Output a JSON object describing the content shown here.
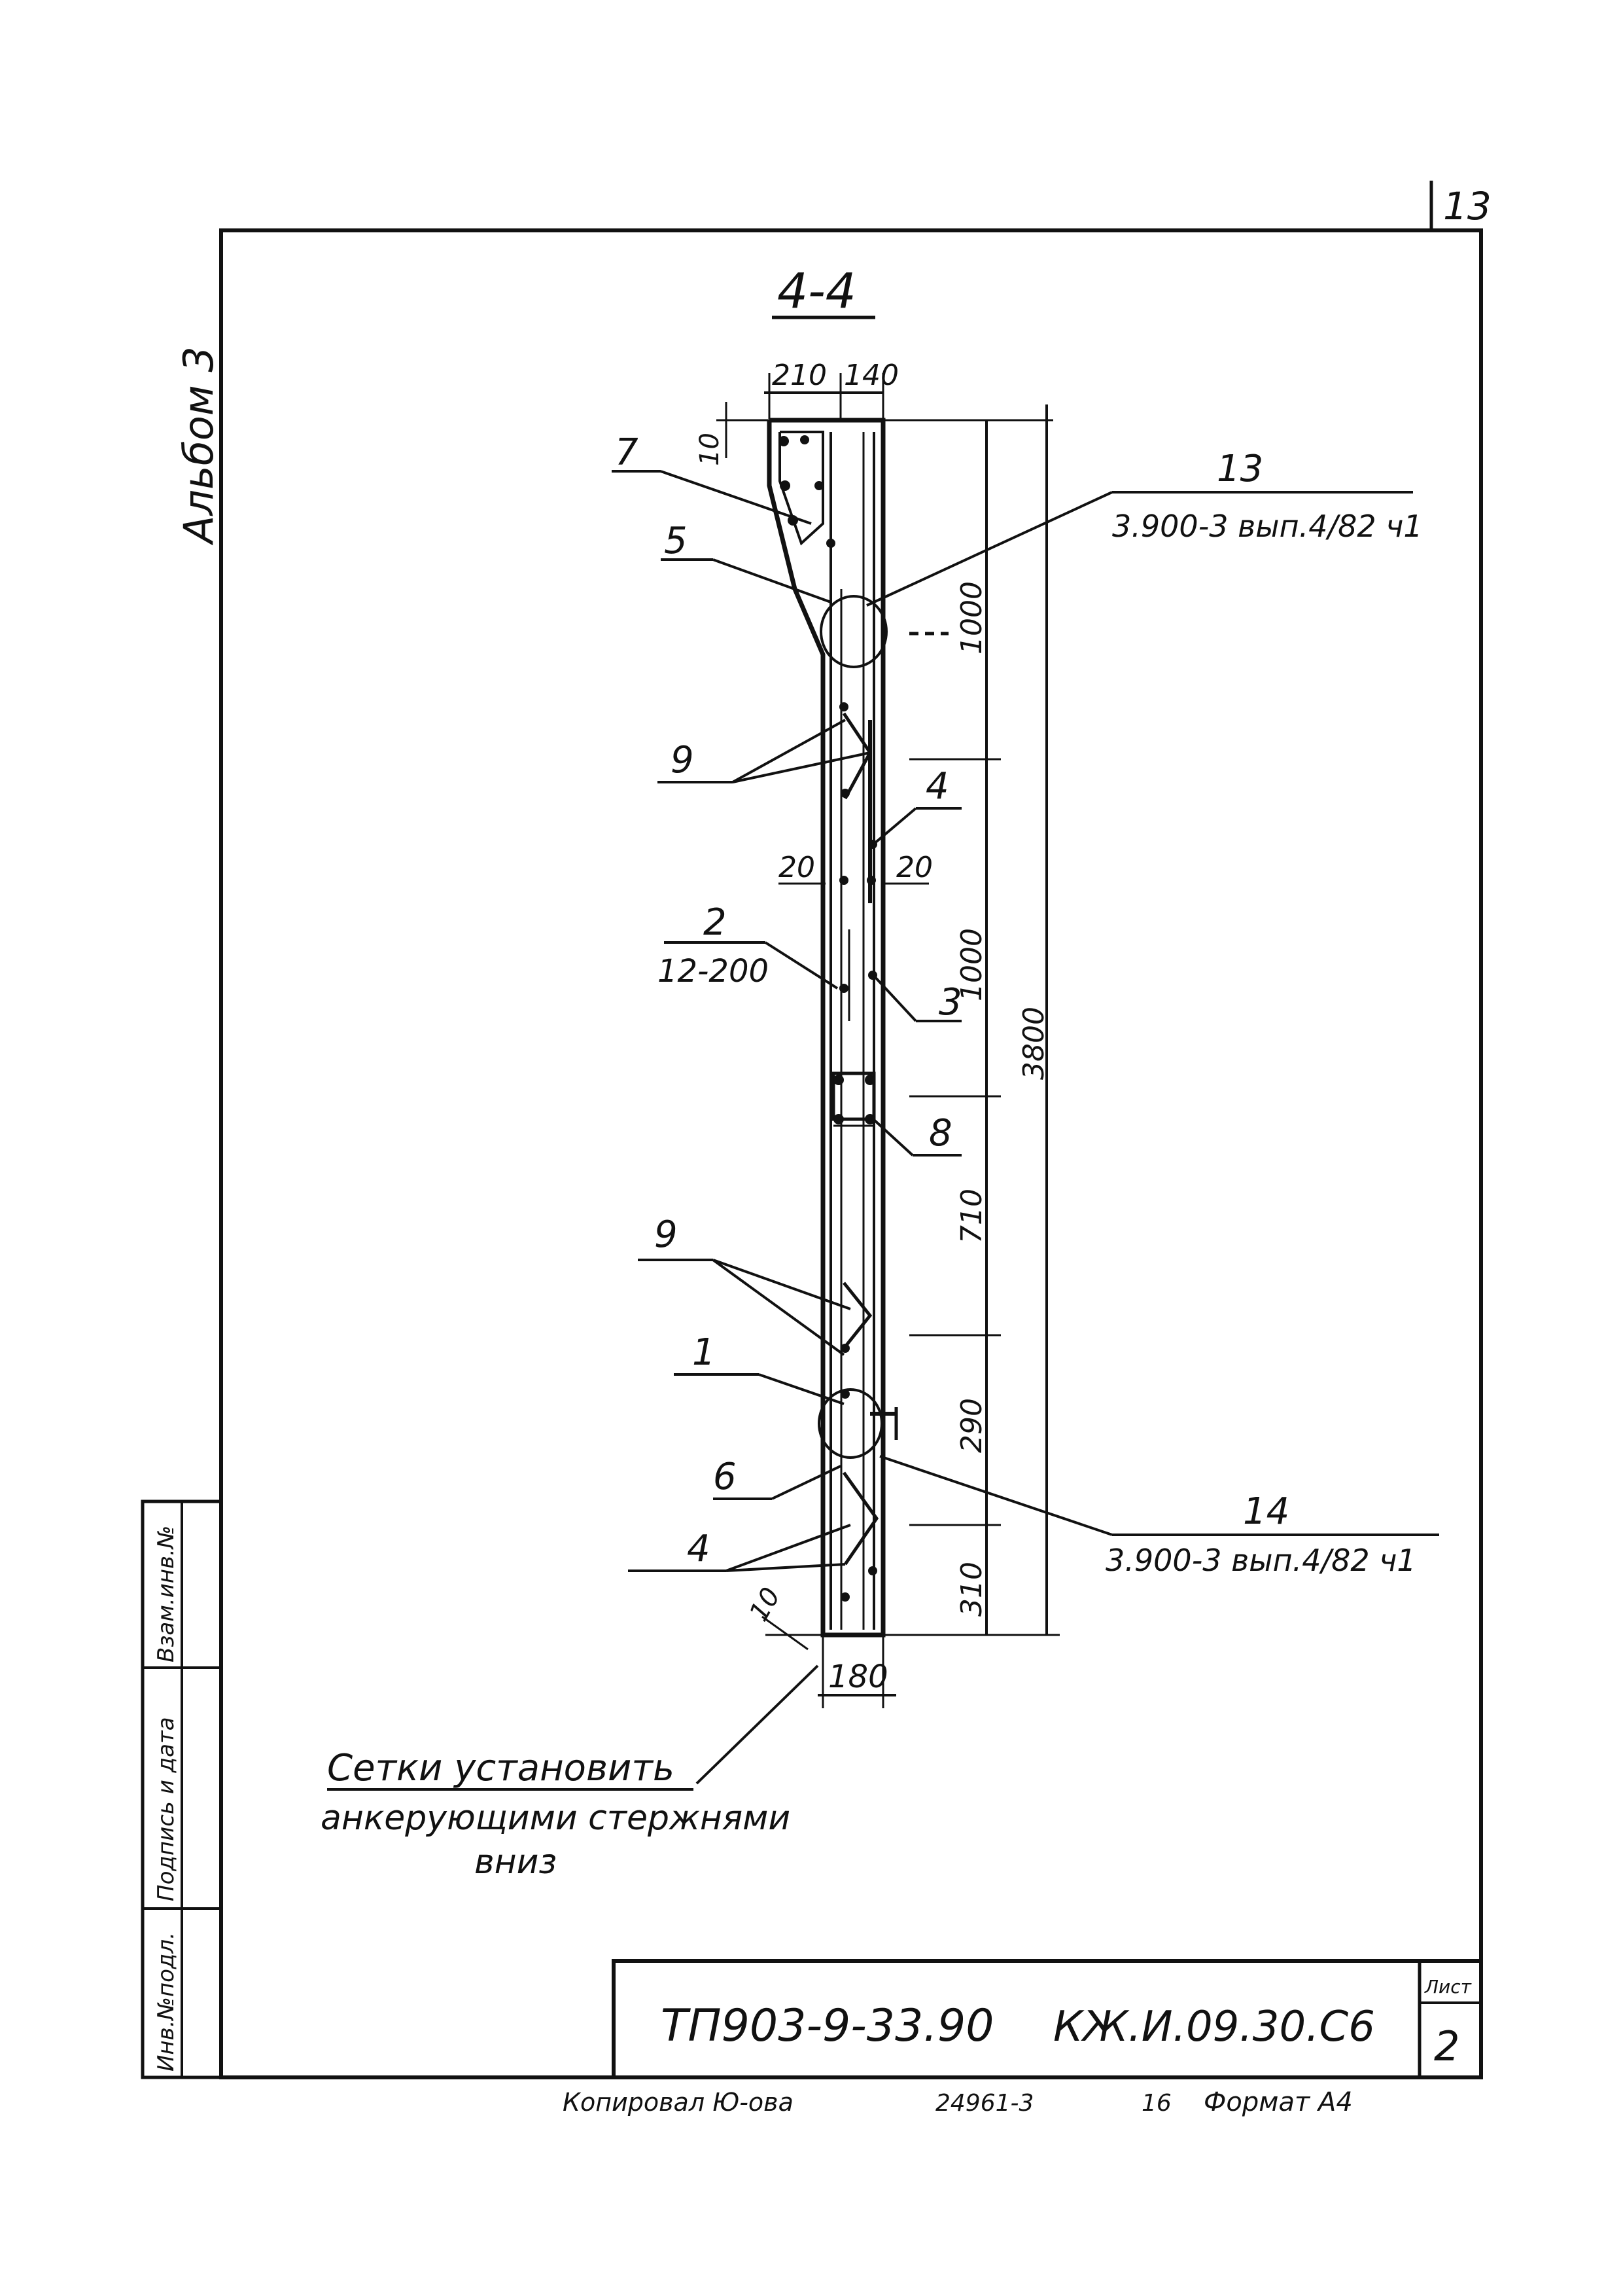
{
  "sheet_number": "13",
  "album": "Альбом 3",
  "section_title": "4-4",
  "dimensions": {
    "top_left": "210",
    "top_right": "140",
    "top_offset": "10",
    "d_1000_a": "1000",
    "d_20_left": "20",
    "d_20_right": "20",
    "d_1000_b": "1000",
    "total_height": "3800",
    "d_710": "710",
    "d_290": "290",
    "d_310": "310",
    "bottom_offset": "10",
    "bottom_width": "180"
  },
  "callouts": {
    "c7": "7",
    "c5": "5",
    "c9_upper": "9",
    "c4_upper": "4",
    "c2": "2",
    "c2_sub": "12-200",
    "c3": "3",
    "c8": "8",
    "c9_lower": "9",
    "c1": "1",
    "c6": "6",
    "c4_lower": "4",
    "node13": "13",
    "node13_ref": "3.900-3 вып.4/82 ч1",
    "node14": "14",
    "node14_ref": "3.900-3 вып.4/82 ч1"
  },
  "note": {
    "line1": "Сетки установить",
    "line2": "анкерующими стержнями",
    "line3": "вниз"
  },
  "side_stamp": {
    "inv_podl": "Инв.№подл.",
    "podpis": "Подпись и дата",
    "vzam": "Взам.инв.№"
  },
  "title_block": {
    "code": "ТП903-9-33.90",
    "mark": "КЖ.И.09.30.С6",
    "list_label": "Лист",
    "list_value": "2"
  },
  "footer": {
    "copied": "Копировал Ю-ова",
    "order": "24961-3",
    "num": "16",
    "format": "Формат А4"
  }
}
